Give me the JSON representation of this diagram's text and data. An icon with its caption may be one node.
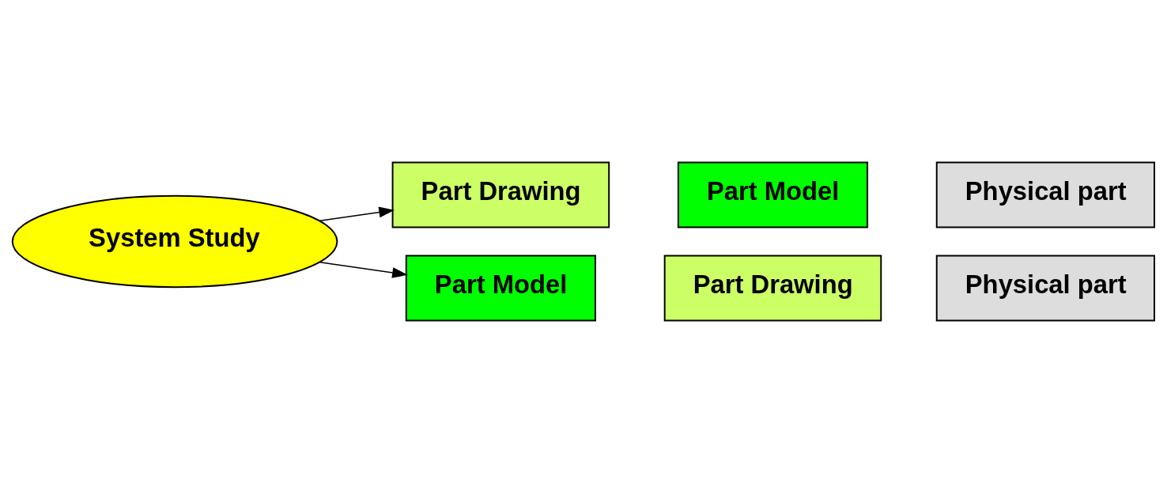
{
  "diagram": {
    "nodes": [
      {
        "text": [
          "System Study"
        ]
      },
      {
        "text": [
          "Part Drawing"
        ]
      },
      {
        "text": [
          "Part Model"
        ]
      },
      {
        "text": [
          "Physical part"
        ]
      },
      {
        "text": [
          "Part Model"
        ]
      },
      {
        "text": [
          "Part Drawing"
        ]
      },
      {
        "text": [
          "Physical part"
        ]
      }
    ],
    "edges": [
      {
        "from": 0,
        "to": 1,
        "arrow": "to"
      },
      {
        "from": 0,
        "to": 4,
        "arrow": "to"
      }
    ]
  }
}
